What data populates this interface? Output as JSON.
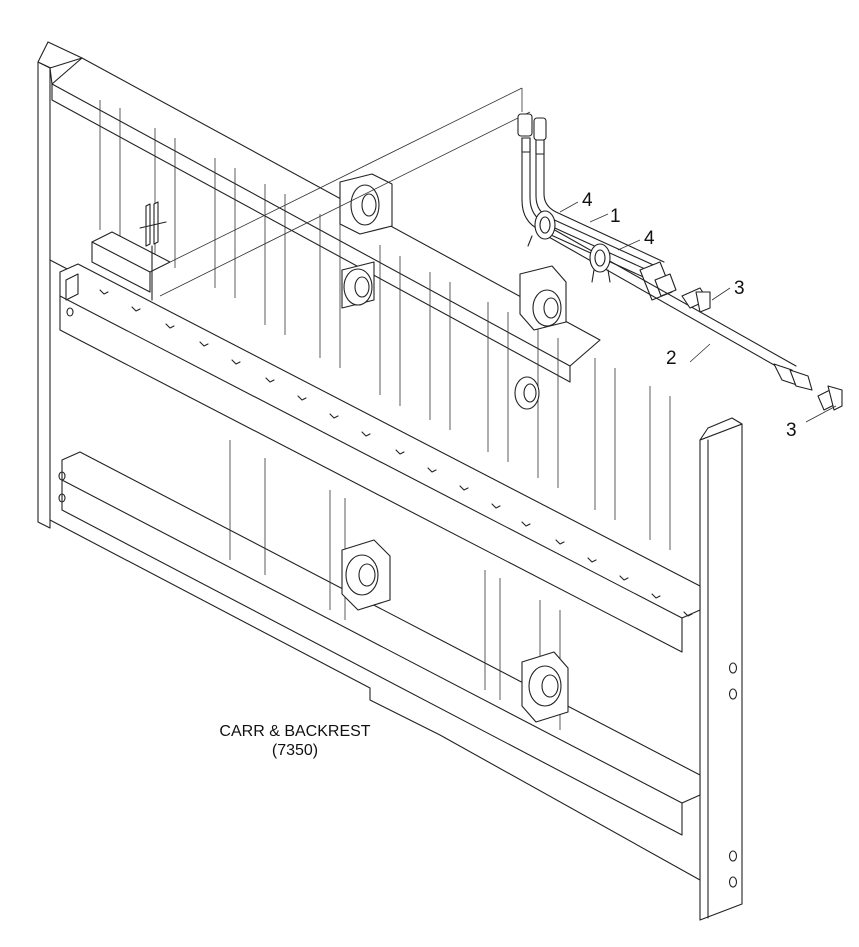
{
  "diagram": {
    "caption": {
      "title": "CARR & BACKREST",
      "part_number": "(7350)"
    },
    "callouts": [
      {
        "id": "c1",
        "label": "1"
      },
      {
        "id": "c2",
        "label": "2"
      },
      {
        "id": "c3a",
        "label": "3"
      },
      {
        "id": "c3b",
        "label": "3"
      },
      {
        "id": "c4a",
        "label": "4"
      },
      {
        "id": "c4b",
        "label": "4"
      }
    ]
  }
}
